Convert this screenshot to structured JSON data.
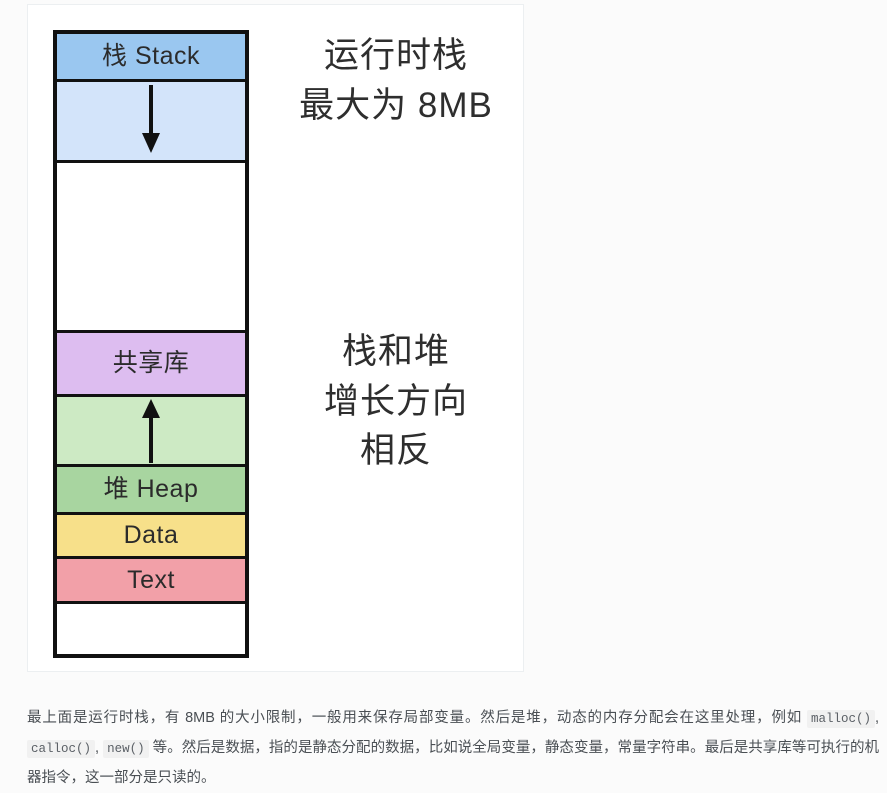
{
  "figure": {
    "diagram": {
      "blocks": [
        {
          "id": "stack",
          "label": "栈 Stack",
          "color": "#9ac7f0",
          "has_label": true,
          "arrow": "none"
        },
        {
          "id": "stack-growth",
          "label": "",
          "color": "#d3e4fa",
          "has_label": false,
          "arrow": "down"
        },
        {
          "id": "unused-gap",
          "label": "",
          "color": "#ffffff",
          "has_label": false,
          "arrow": "none"
        },
        {
          "id": "shared-lib",
          "label": "共享库",
          "color": "#ddbdf0",
          "has_label": true,
          "arrow": "none"
        },
        {
          "id": "heap-growth",
          "label": "",
          "color": "#cdeac4",
          "has_label": false,
          "arrow": "up"
        },
        {
          "id": "heap",
          "label": "堆 Heap",
          "color": "#a8d5a0",
          "has_label": true,
          "arrow": "none"
        },
        {
          "id": "data",
          "label": "Data",
          "color": "#f7e08a",
          "has_label": true,
          "arrow": "none"
        },
        {
          "id": "text",
          "label": "Text",
          "color": "#f2a0a8",
          "has_label": true,
          "arrow": "none"
        },
        {
          "id": "bottom-pad",
          "label": "",
          "color": "#ffffff",
          "has_label": false,
          "arrow": "none"
        }
      ]
    },
    "annotations": {
      "stack_note": {
        "line1": "运行时栈",
        "line2": "最大为 8MB"
      },
      "growth_note": {
        "line1": "栈和堆",
        "line2": "增长方向",
        "line3": "相反"
      }
    }
  },
  "caption": {
    "part1": "最上面是运行时栈，有 8MB 的大小限制，一般用来保存局部变量。然后是堆，动态的内存分配会在这里处理，例如 ",
    "code1": "malloc()",
    "part2": ", ",
    "code2": "calloc()",
    "part3": ", ",
    "code3": "new()",
    "part4": " 等。然后是数据，指的是静态分配的数据，比如说全局变量，静态变量，常量字符串。最后是共享库等可执行的机器指令，这一部分是只读的。"
  },
  "colors": {
    "page_background": "#fbfbfb",
    "card_background": "#ffffff",
    "card_border": "#eceff1",
    "diagram_border": "#111111",
    "caption_text": "#4a4f54",
    "annotation_text": "#2e2e2e",
    "code_background": "#f1f1f1"
  }
}
